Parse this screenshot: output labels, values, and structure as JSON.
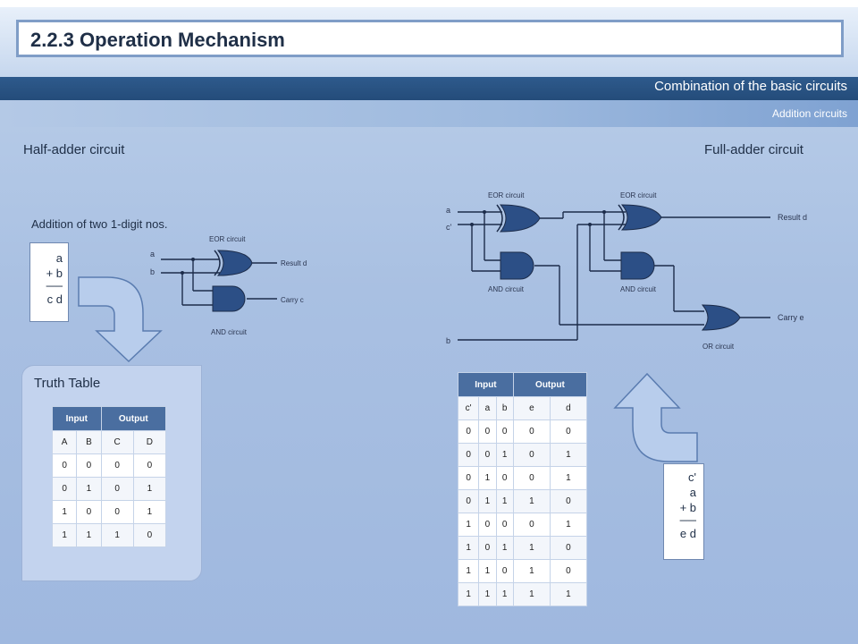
{
  "header": {
    "title": "2.2.3 Operation Mechanism",
    "subtitle": "Combination of the basic circuits",
    "section": "Addition circuits"
  },
  "half_adder": {
    "heading": "Half-adder circuit",
    "caption": "Addition of two 1-digit nos.",
    "equation": [
      "a",
      "+ b",
      "──",
      "c d"
    ],
    "inputs": [
      "a",
      "b"
    ],
    "gate_labels": {
      "eor": "EOR circuit",
      "and": "AND circuit"
    },
    "outputs": [
      "Result d",
      "Carry c"
    ],
    "truth_table": {
      "title": "Truth Table",
      "group_headers": [
        "Input",
        "Output"
      ],
      "columns": [
        "A",
        "B",
        "C",
        "D"
      ],
      "rows": [
        [
          "0",
          "0",
          "0",
          "0"
        ],
        [
          "0",
          "1",
          "0",
          "1"
        ],
        [
          "1",
          "0",
          "0",
          "1"
        ],
        [
          "1",
          "1",
          "1",
          "0"
        ]
      ]
    }
  },
  "full_adder": {
    "heading": "Full-adder circuit",
    "equation": [
      "c'",
      "a",
      "+ b",
      "──",
      "e d"
    ],
    "inputs": [
      "a",
      "c'",
      "b"
    ],
    "gate_labels": {
      "eor1": "EOR circuit",
      "eor2": "EOR circuit",
      "and1": "AND circuit",
      "and2": "AND circuit",
      "or": "OR circuit"
    },
    "outputs": [
      "Result d",
      "Carry e"
    ],
    "truth_table": {
      "group_headers": [
        "Input",
        "Output"
      ],
      "columns": [
        "c'",
        "a",
        "b",
        "e",
        "d"
      ],
      "rows": [
        [
          "0",
          "0",
          "0",
          "0",
          "0"
        ],
        [
          "0",
          "0",
          "1",
          "0",
          "1"
        ],
        [
          "0",
          "1",
          "0",
          "0",
          "1"
        ],
        [
          "0",
          "1",
          "1",
          "1",
          "0"
        ],
        [
          "1",
          "0",
          "0",
          "0",
          "1"
        ],
        [
          "1",
          "0",
          "1",
          "1",
          "0"
        ],
        [
          "1",
          "1",
          "0",
          "1",
          "0"
        ],
        [
          "1",
          "1",
          "1",
          "1",
          "1"
        ]
      ]
    }
  },
  "colors": {
    "header_band": "#2e5a8c",
    "gate_fill": "#2c4f86",
    "table_header": "#4a6ea0",
    "arrow_fill": "#b8cdec"
  }
}
